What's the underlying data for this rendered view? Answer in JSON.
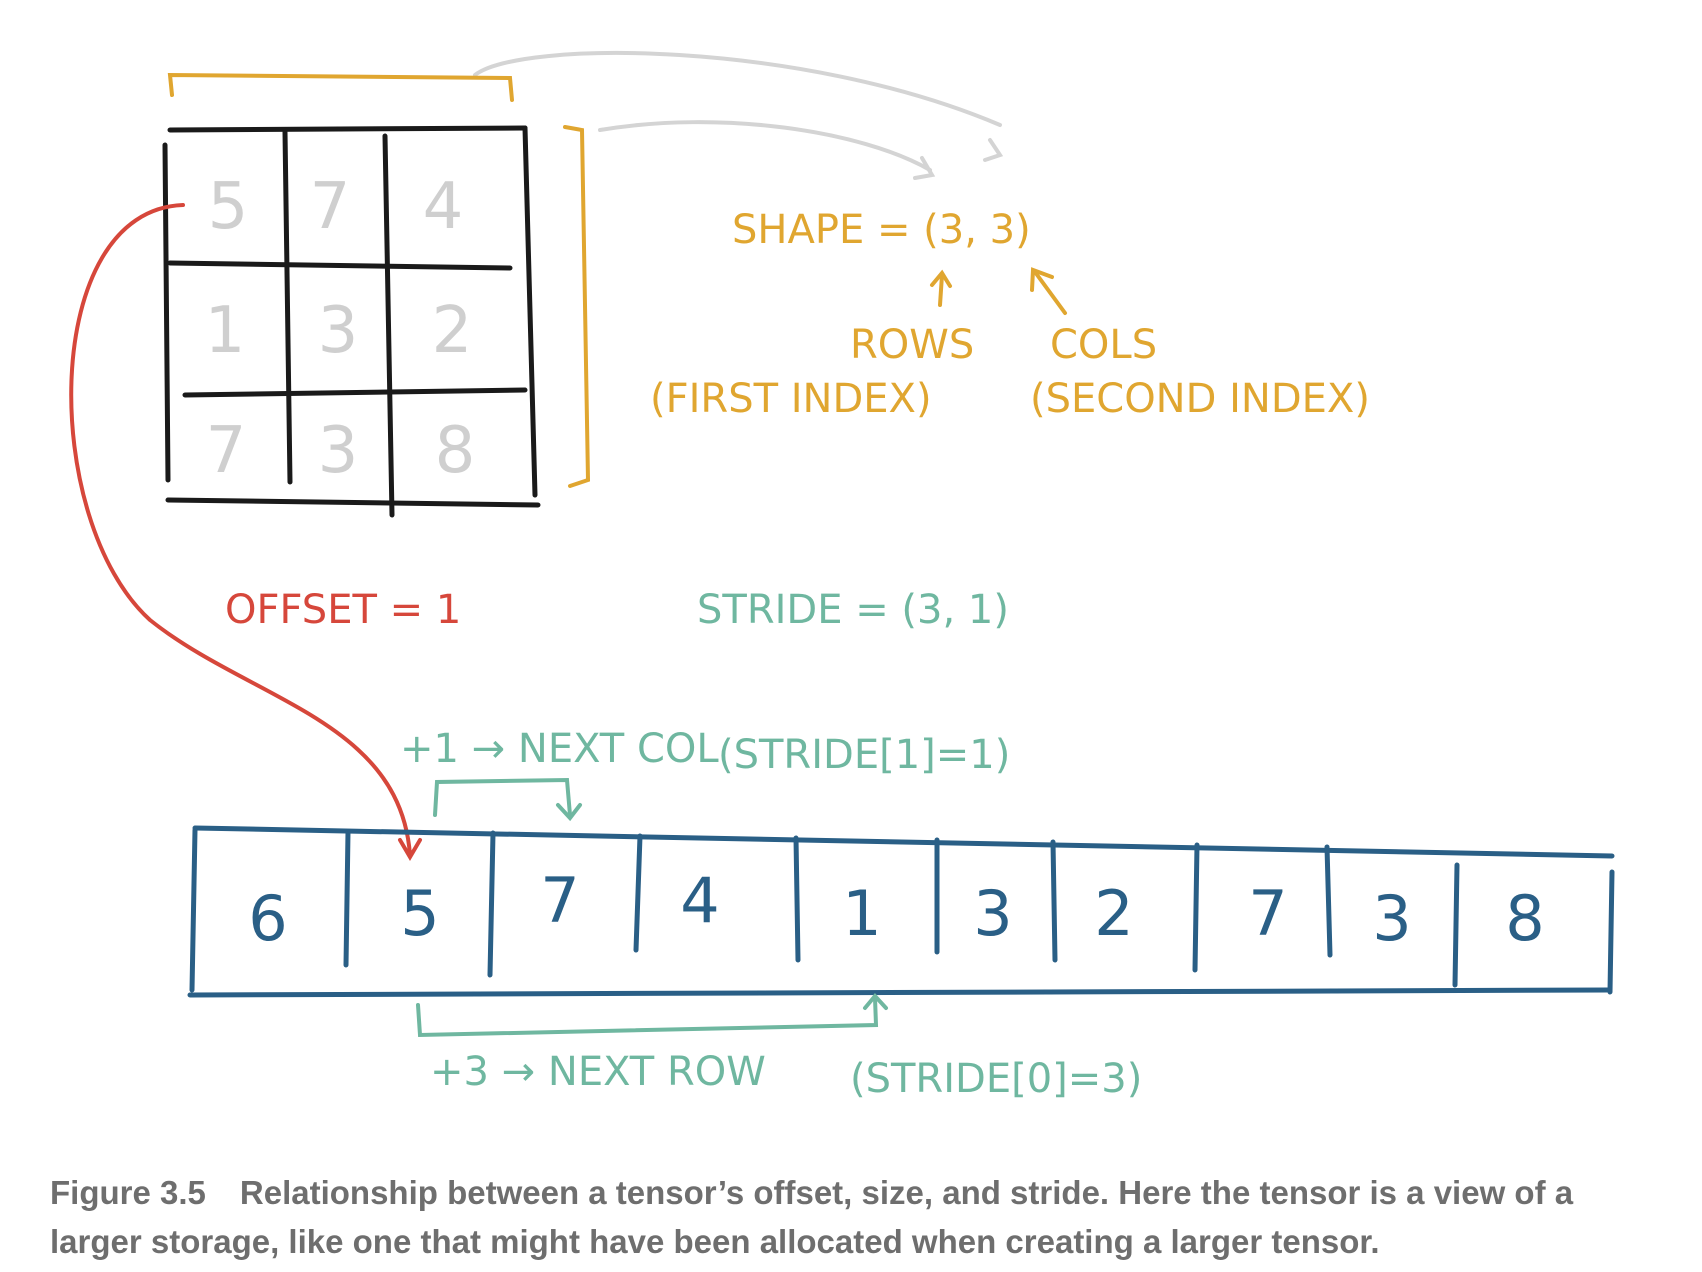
{
  "matrix": {
    "cells": [
      [
        "5",
        "7",
        "4"
      ],
      [
        "1",
        "3",
        "2"
      ],
      [
        "7",
        "3",
        "8"
      ]
    ]
  },
  "shape_label": "SHAPE = (3, 3)",
  "rows_label": "ROWS",
  "rows_sub": "(FIRST INDEX)",
  "cols_label": "COLS",
  "cols_sub": "(SECOND INDEX)",
  "offset_label": "OFFSET = 1",
  "stride_label": "STRIDE = (3, 1)",
  "next_col_label": "+1 → NEXT COL",
  "next_col_note": "(STRIDE[1]=1)",
  "next_row_label": "+3 → NEXT ROW",
  "next_row_note": "(STRIDE[0]=3)",
  "storage": [
    "6",
    "5",
    "7",
    "4",
    "1",
    "3",
    "2",
    "7",
    "3",
    "8"
  ],
  "caption": {
    "label": "Figure 3.5",
    "text": "Relationship between a tensor’s offset, size, and stride. Here the tensor is a view of a larger storage, like one that might have been allocated when creating a larger tensor."
  },
  "colors": {
    "matrix_lines": "#1a1a1a",
    "matrix_numbers": "#cfcfcf",
    "shape_orange": "#e0a630",
    "stride_teal": "#6fb7a0",
    "offset_red": "#d6473b",
    "storage_blue": "#2a5f86",
    "caption_gray": "#6e6e6e"
  }
}
